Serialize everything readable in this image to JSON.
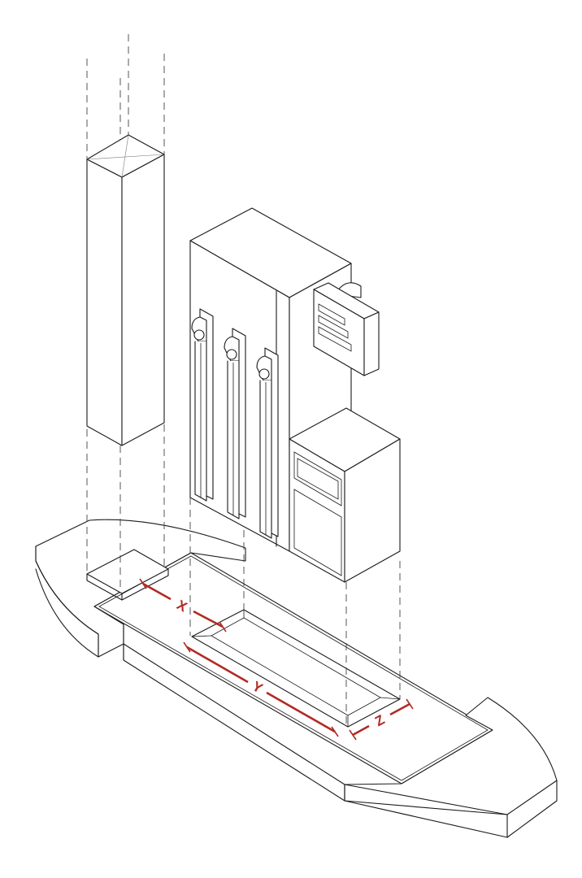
{
  "diagram": {
    "colors": {
      "line": "#1a1a1a",
      "dimension": "#b22a24",
      "background": "#ffffff"
    },
    "dimensions": {
      "x": "X",
      "y": "Y",
      "z": "Z"
    },
    "components": [
      "canopy-column",
      "fuel-dispenser-cabinet",
      "fuel-nozzle",
      "price-sign",
      "utility-cabinet",
      "pump-island-base"
    ]
  }
}
